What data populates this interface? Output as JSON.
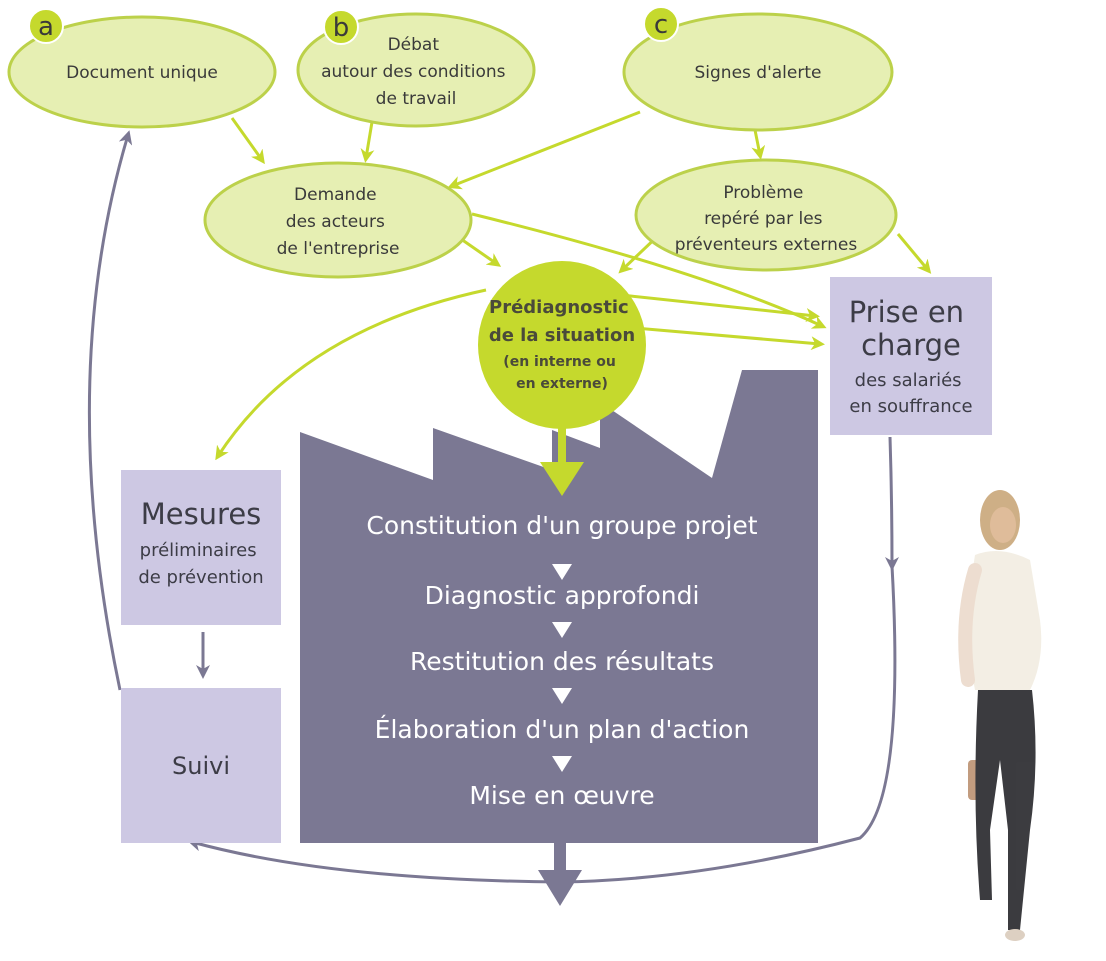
{
  "colors": {
    "ellipse_fill": "#e6efb3",
    "ellipse_stroke": "#bcd14a",
    "accent_green": "#c5d92d",
    "box_lavender": "#cdc8e3",
    "factory_grey": "#7b7893",
    "arrow_grey": "#7b7893",
    "text_dark": "#3a3a3a"
  },
  "badges": {
    "a": "a",
    "b": "b",
    "c": "c"
  },
  "nodes": {
    "document_unique": {
      "lines": [
        "Document unique"
      ]
    },
    "debat": {
      "lines": [
        "Débat",
        "autour des conditions",
        "de travail"
      ]
    },
    "signes_alerte": {
      "lines": [
        "Signes d'alerte"
      ]
    },
    "demande": {
      "lines": [
        "Demande",
        "des acteurs",
        "de l'entreprise"
      ]
    },
    "probleme": {
      "lines": [
        "Problème",
        "repéré par les",
        "préventeurs externes"
      ]
    },
    "prediagnostic": {
      "title_lines": [
        "Prédiagnostic",
        "de la situation"
      ],
      "sub_lines": [
        "(en interne ou",
        "en externe)"
      ]
    },
    "prise_en_charge": {
      "title_lines": [
        "Prise en",
        "charge"
      ],
      "sub_lines": [
        "des salariés",
        "en souffrance"
      ]
    },
    "mesures": {
      "title": "Mesures",
      "sub_lines": [
        "préliminaires",
        "de prévention"
      ]
    },
    "suivi": {
      "label": "Suivi"
    }
  },
  "factory_steps": [
    "Constitution d'un groupe projet",
    "Diagnostic approfondi",
    "Restitution des résultats",
    "Élaboration d'un plan d'action",
    "Mise en œuvre"
  ],
  "photo": {
    "description": "walking-person-photo"
  }
}
